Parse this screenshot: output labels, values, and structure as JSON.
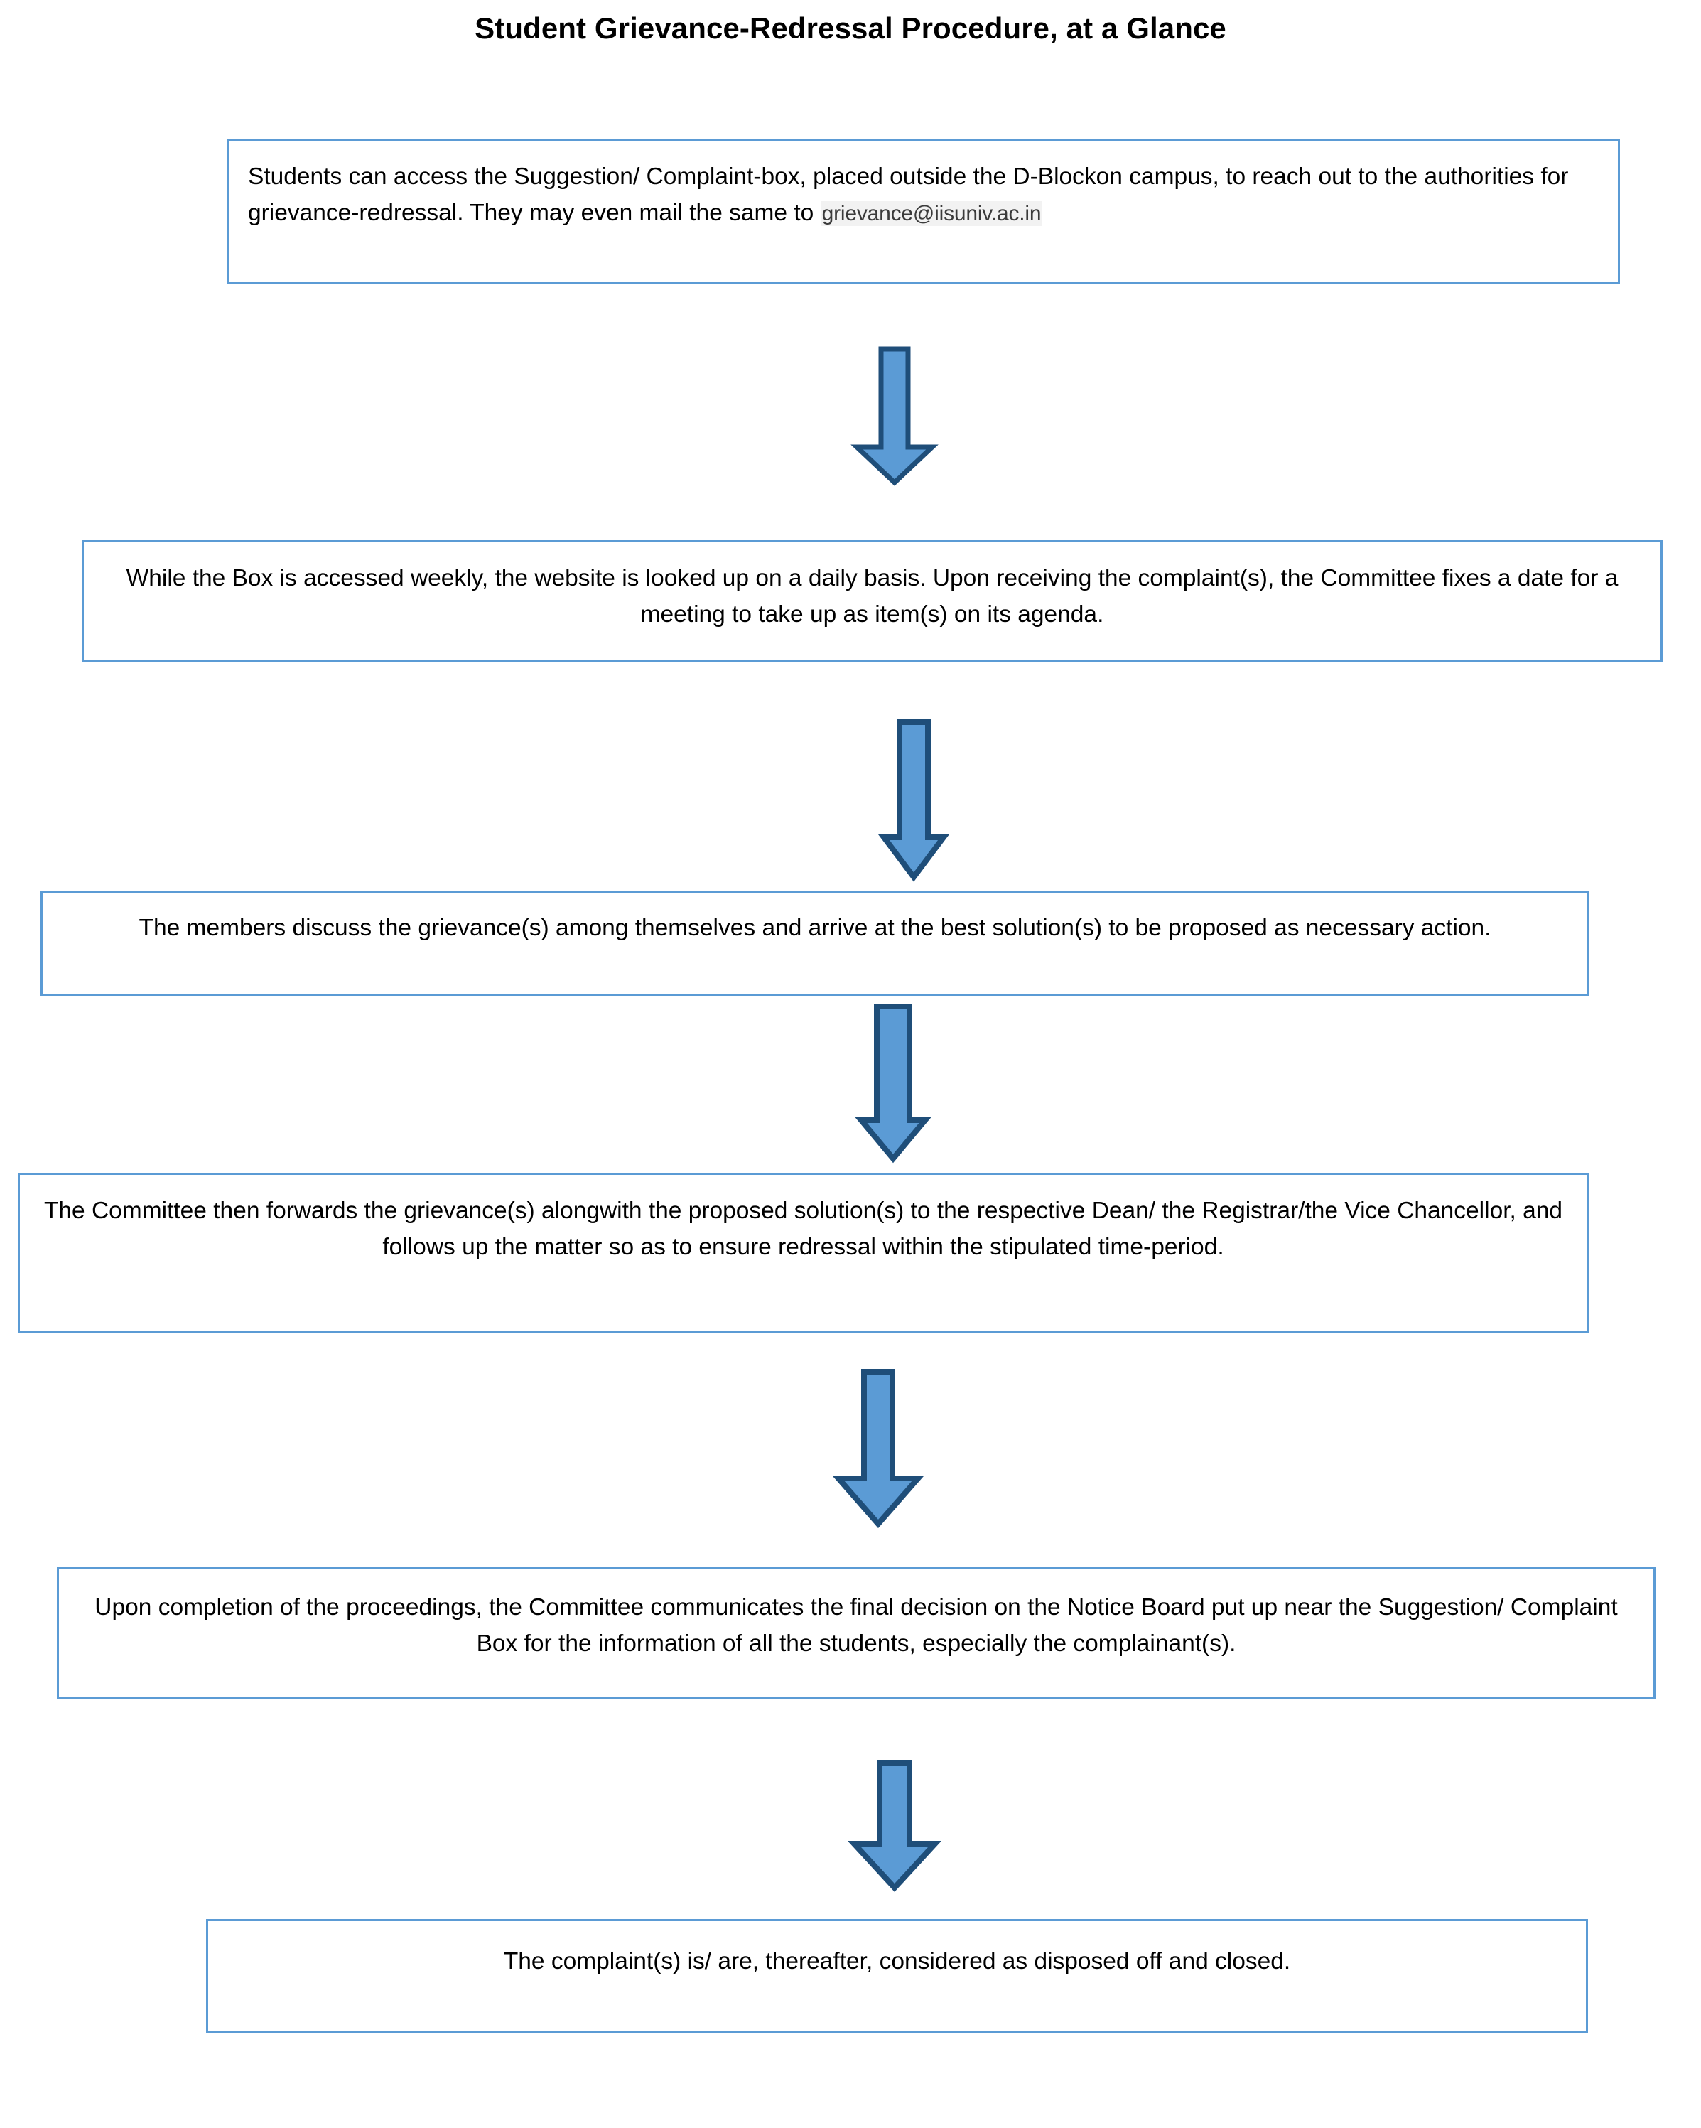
{
  "page": {
    "title": "Student Grievance-Redressal Procedure, at a Glance"
  },
  "colors": {
    "box_border": "#5B9BD5",
    "arrow_fill": "#5B9BD5",
    "arrow_outline": "#1F4E79",
    "email_highlight": "#F2F2F2",
    "text": "#000000",
    "background": "#FFFFFF"
  },
  "flow": {
    "steps": [
      {
        "id": "step-1",
        "text_before_email": "Students can access the Suggestion/ Complaint-box, placed outside the D-Blockon campus, to reach out to the authorities for grievance-redressal. They may even mail the same to ",
        "email": "grievance@iisuniv.ac.in"
      },
      {
        "id": "step-2",
        "text": "While the Box is accessed weekly, the website is looked up on a daily basis. Upon receiving the complaint(s), the Committee fixes a date for a meeting to take up as item(s) on its agenda."
      },
      {
        "id": "step-3",
        "text": "The members discuss the grievance(s) among themselves and arrive at the best solution(s) to be proposed as necessary action."
      },
      {
        "id": "step-4",
        "text": "The Committee then forwards the grievance(s) alongwith the proposed solution(s) to the respective Dean/ the Registrar/the Vice Chancellor, and follows up the matter so as to ensure redressal within the stipulated time-period."
      },
      {
        "id": "step-5",
        "text": "Upon completion of the proceedings, the Committee communicates the final decision on the Notice Board put up near the Suggestion/ Complaint Box for the information of all the students, especially the complainant(s)."
      },
      {
        "id": "step-6",
        "text": "The complaint(s) is/ are, thereafter, considered as disposed off and closed."
      }
    ],
    "connectors": [
      {
        "id": "connector-1",
        "icon": "down-arrow-icon",
        "from": "step-1",
        "to": "step-2"
      },
      {
        "id": "connector-2",
        "icon": "down-arrow-icon",
        "from": "step-2",
        "to": "step-3"
      },
      {
        "id": "connector-3",
        "icon": "down-arrow-icon",
        "from": "step-3",
        "to": "step-4"
      },
      {
        "id": "connector-4",
        "icon": "down-arrow-icon",
        "from": "step-4",
        "to": "step-5"
      },
      {
        "id": "connector-5",
        "icon": "down-arrow-icon",
        "from": "step-5",
        "to": "step-6"
      }
    ]
  }
}
